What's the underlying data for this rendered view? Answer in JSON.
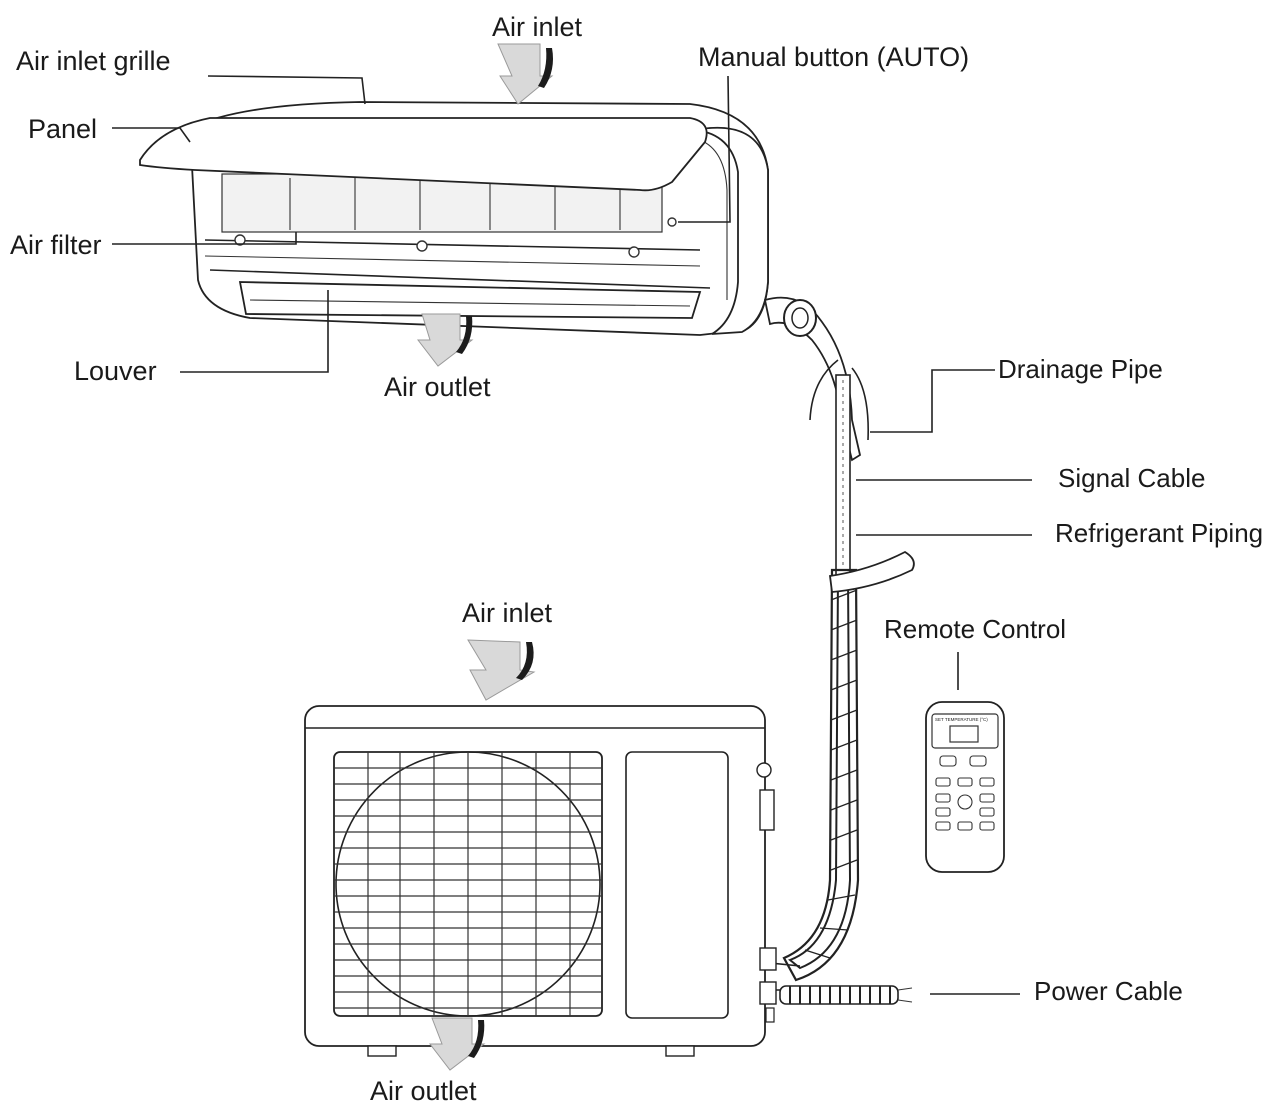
{
  "labels": {
    "indoor_air_inlet": "Air inlet",
    "air_inlet_grille": "Air inlet grille",
    "manual_button": "Manual button (AUTO)",
    "panel": "Panel",
    "air_filter": "Air filter",
    "louver": "Louver",
    "indoor_air_outlet": "Air outlet",
    "drainage_pipe": "Drainage Pipe",
    "signal_cable": "Signal Cable",
    "refrigerant_piping": "Refrigerant Piping",
    "remote_control": "Remote Control",
    "outdoor_air_inlet": "Air inlet",
    "power_cable": "Power Cable",
    "outdoor_air_outlet": "Air outlet"
  },
  "remote_screen_text": "SET TEMPERATURE (°C)"
}
